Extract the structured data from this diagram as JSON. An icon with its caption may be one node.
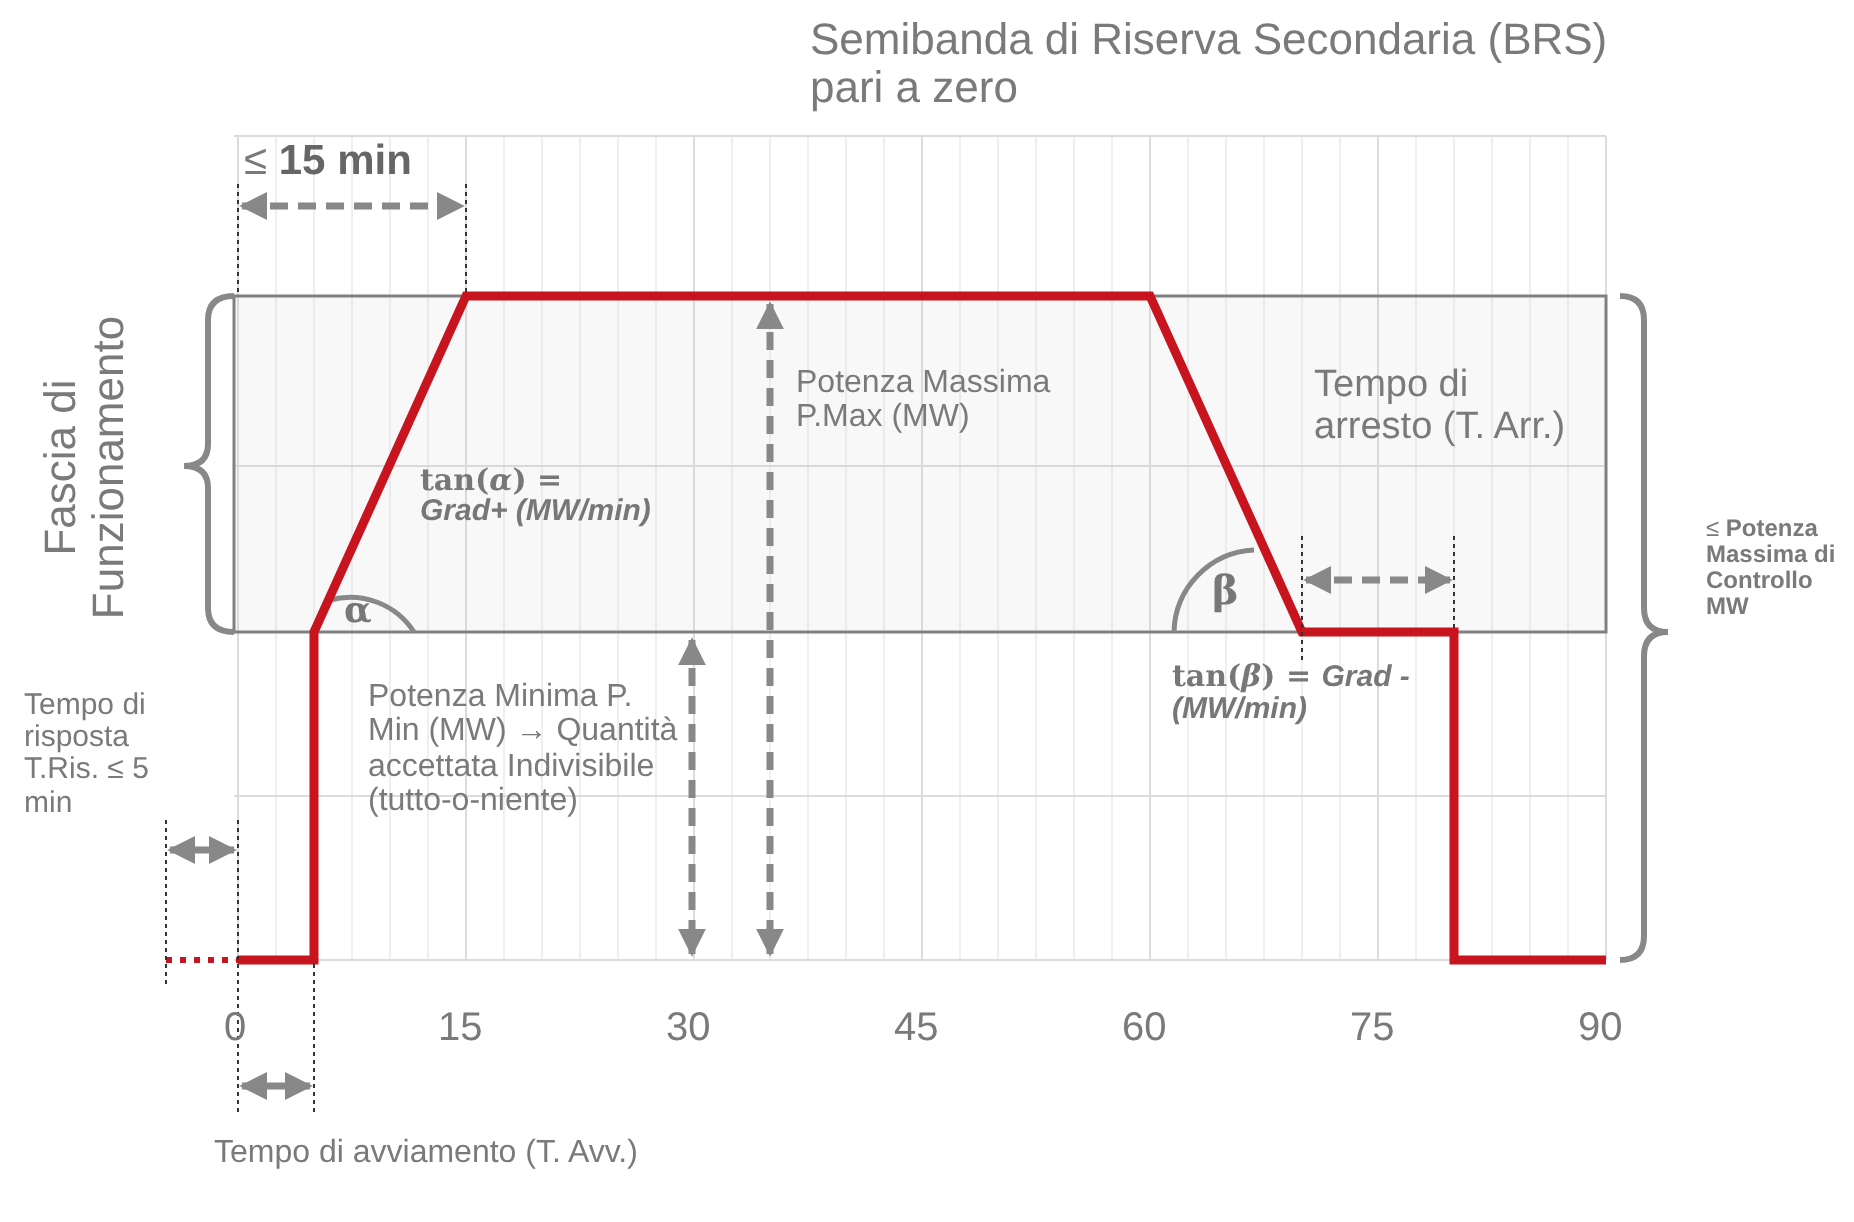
{
  "diagram": {
    "title": "Semibanda di Riserva Secondaria (BRS) pari a zero",
    "labels": [
      "≤ **15 min**",
      "Fascia di Funzionamento",
      "Potenza Massima P.Max (MW)",
      "Tempo di arresto (T. Arr.)",
      "tan(*α*) = **Grad+ (MW/min)**",
      "α",
      "β",
      "≤ **Potenza Massima di Controllo MW**",
      "Tempo di risposta T.Ris. ≤ 5 min",
      "Potenza Minima P. Min (MW) → Quantità accettata Indivisibile (tutto-o-niente)",
      "tan(*β*) = **Grad - (MW/min)**",
      "0",
      "15",
      "30",
      "45",
      "60",
      "75",
      "90",
      "Tempo di avviamento (T. Avv.)"
    ]
  }
}
